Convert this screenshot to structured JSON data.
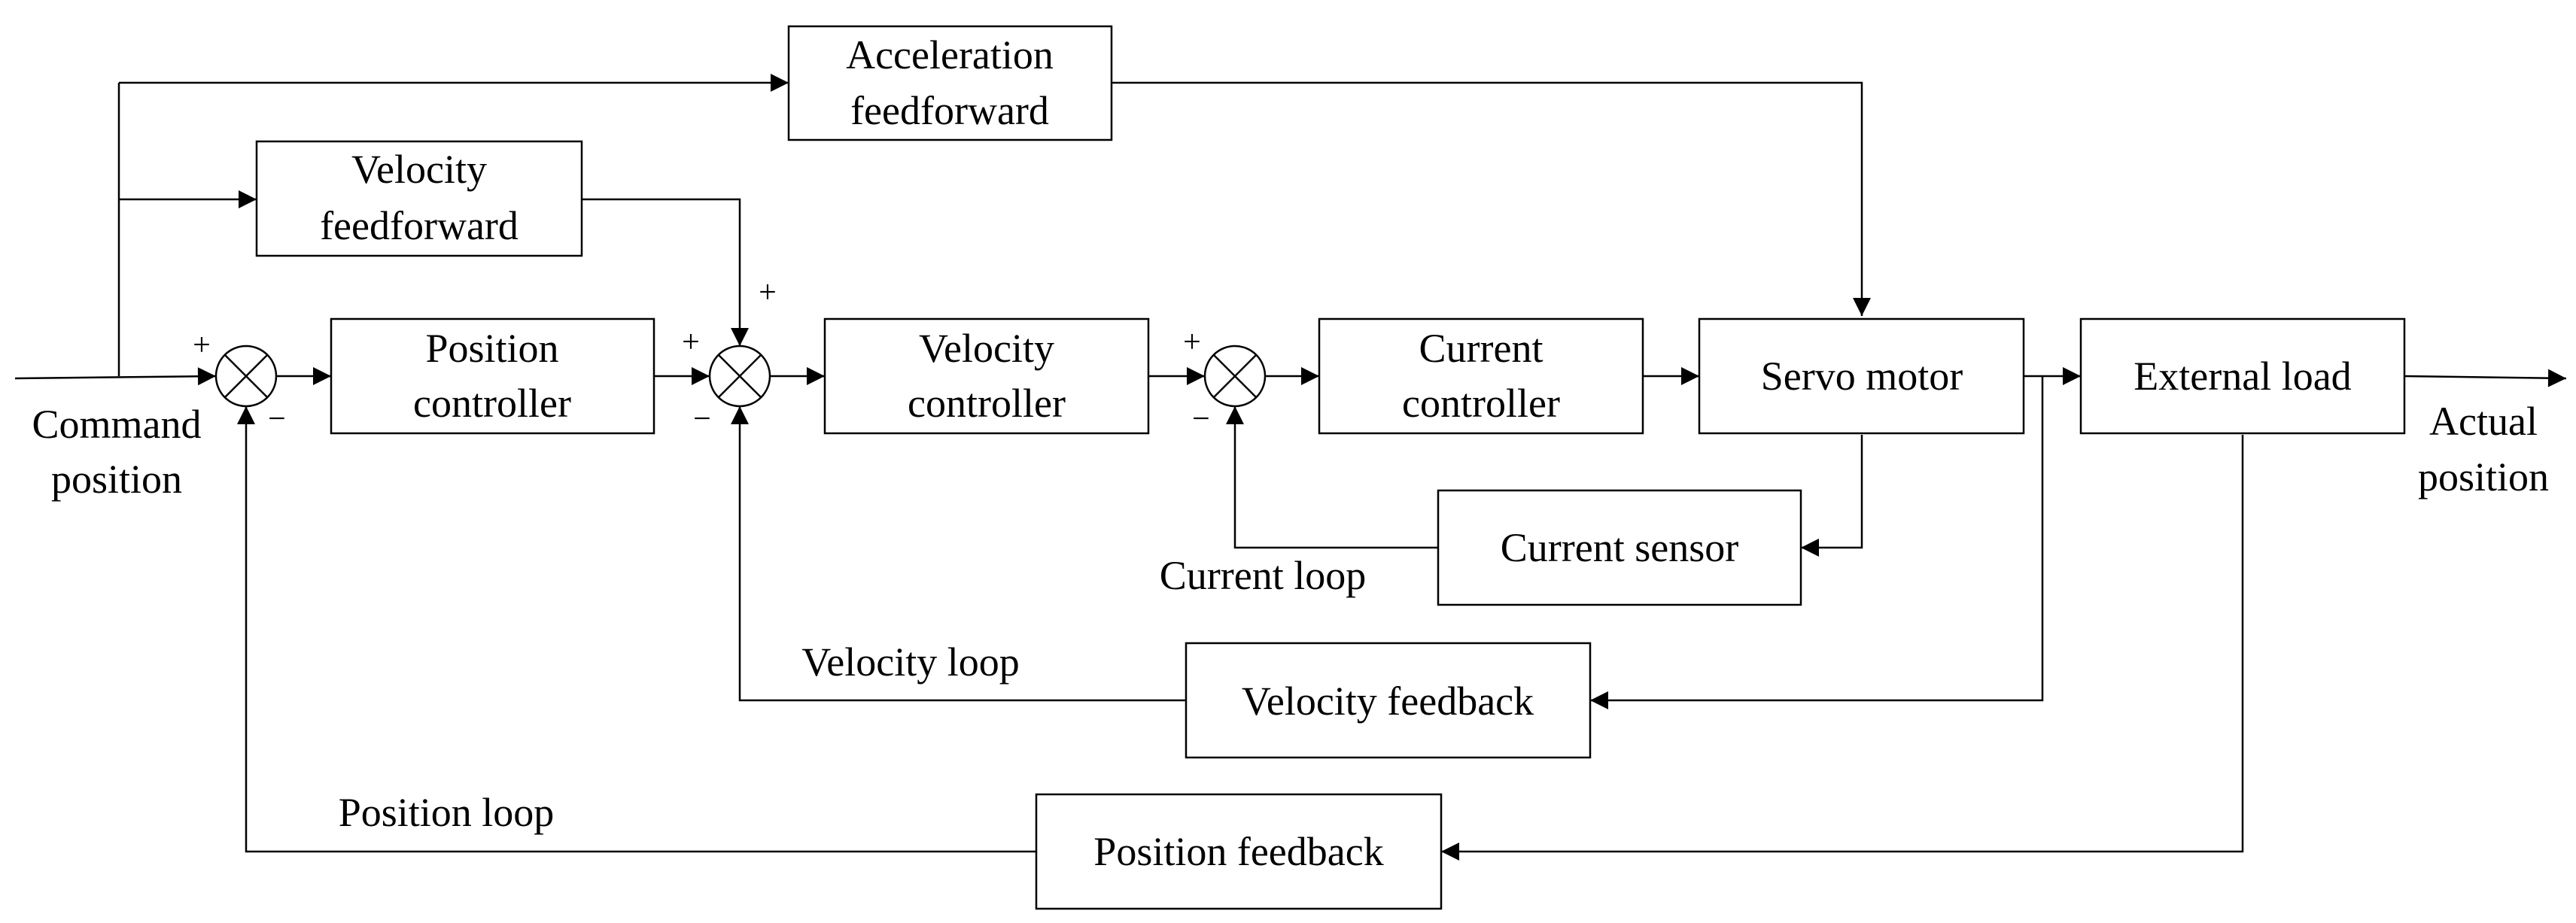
{
  "blocks": {
    "acceleration_feedforward": [
      "Acceleration",
      "feedforward"
    ],
    "velocity_feedforward": [
      "Velocity",
      "feedforward"
    ],
    "position_controller": [
      "Position",
      "controller"
    ],
    "velocity_controller": [
      "Velocity",
      "controller"
    ],
    "current_controller": [
      "Current",
      "controller"
    ],
    "servo_motor": "Servo motor",
    "external_load": "External load",
    "current_sensor": "Current sensor",
    "velocity_feedback": "Velocity feedback",
    "position_feedback": "Position feedback"
  },
  "io": {
    "command_position": [
      "Command",
      "position"
    ],
    "actual_position": [
      "Actual",
      "position"
    ]
  },
  "loops": {
    "current_loop": "Current loop",
    "velocity_loop": "Velocity loop",
    "position_loop": "Position loop"
  },
  "signs": {
    "plus": "+",
    "minus": "−"
  }
}
